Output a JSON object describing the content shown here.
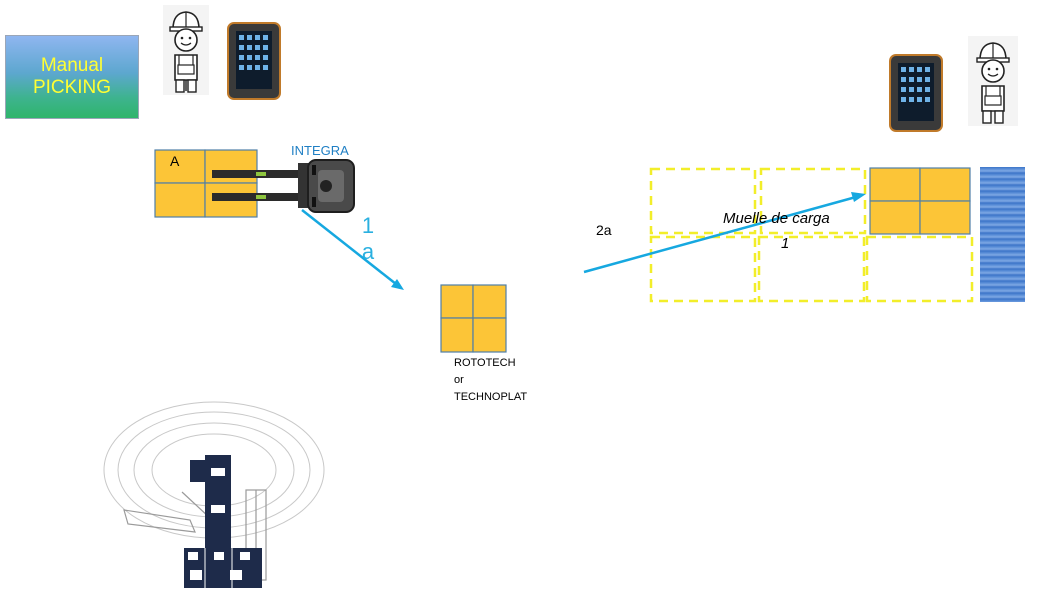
{
  "manual_box": {
    "line1": "Manual",
    "line2": "PICKING"
  },
  "integra_label": "INTEGRA",
  "pallet_a_label": "A",
  "arrow_1a": {
    "line1": "1",
    "line2": "a"
  },
  "arrow_2a_label": "2a",
  "dock": {
    "label": "Muelle de carga",
    "number": "1"
  },
  "machine_labels": [
    "ROTOTECH",
    "or",
    "TECHNOPLAT"
  ],
  "colors": {
    "pallet": "#fcc537",
    "arrow": "#16a8e0",
    "dock_outline": "#f2ee2a",
    "dock_strip": "#4a7fd0"
  },
  "icons": [
    "worker-icon",
    "tablet-icon",
    "forklift-icon",
    "robot-icon"
  ]
}
